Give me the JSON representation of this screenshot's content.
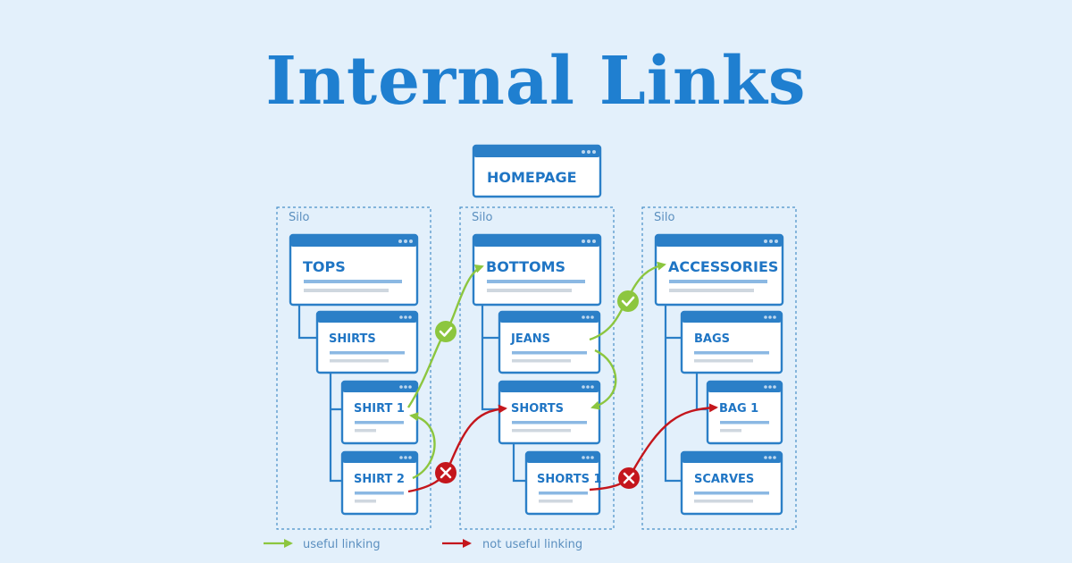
{
  "title": "Internal Links",
  "homepage": {
    "label": "HOMEPAGE"
  },
  "silos": [
    {
      "label": "Silo",
      "root": "TOPS",
      "pages": [
        "SHIRTS",
        "SHIRT 1",
        "SHIRT 2"
      ]
    },
    {
      "label": "Silo",
      "root": "BOTTOMS",
      "pages": [
        "JEANS",
        "SHORTS",
        "SHORTS 1"
      ]
    },
    {
      "label": "Silo",
      "root": "ACCESSORIES",
      "pages": [
        "BAGS",
        "BAG 1",
        "SCARVES"
      ]
    }
  ],
  "legend": {
    "useful": "useful linking",
    "not_useful": "not useful linking"
  },
  "colors": {
    "background": "#e3f0fb",
    "primary": "#1f7fd0",
    "useful": "#8cc63f",
    "not_useful": "#c4161c"
  }
}
